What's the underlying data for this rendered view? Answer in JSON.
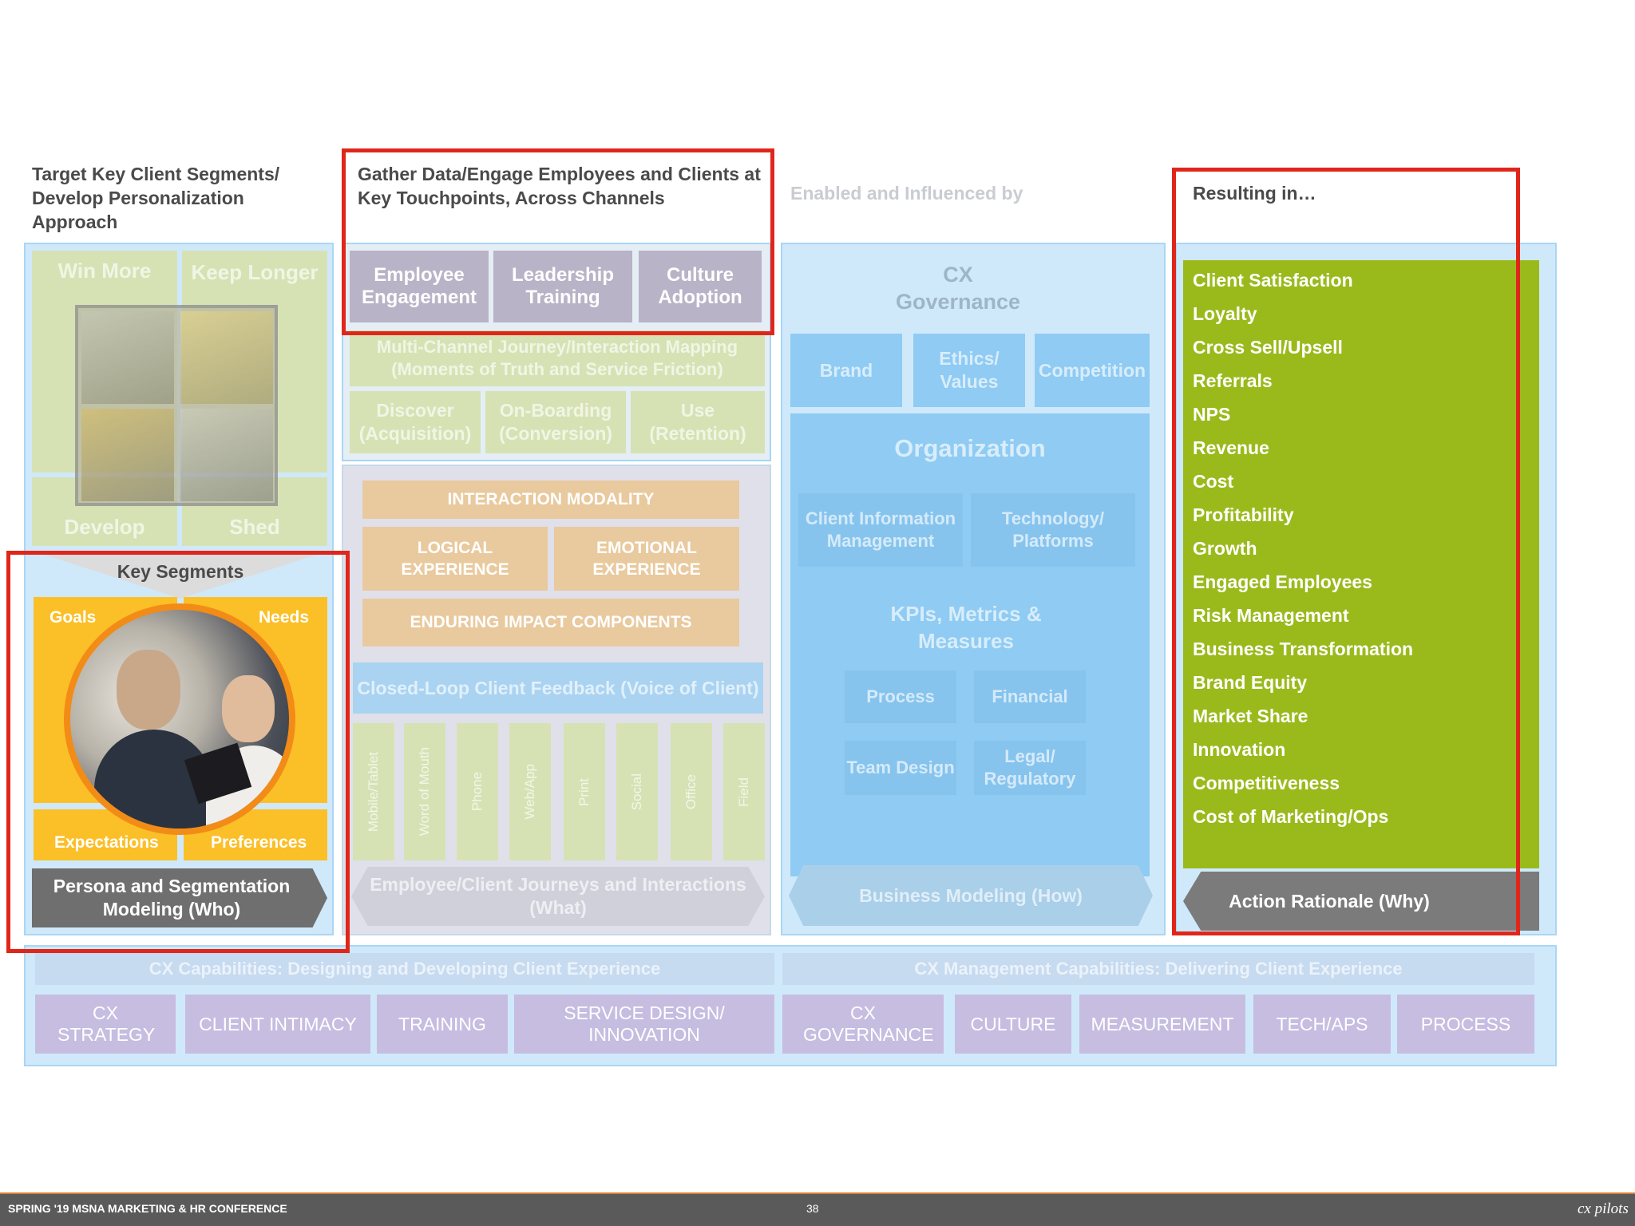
{
  "columns": {
    "col1_title": "Target Key Client Segments/ Develop Personalization Approach",
    "col2_title": "Gather Data/Engage Employees and Clients at Key Touchpoints, Across Channels",
    "col3_title": "Enabled and Influenced by",
    "col4_title": "Resulting in…"
  },
  "segments": {
    "win_more": "Win More",
    "keep_longer": "Keep Longer",
    "develop": "Develop",
    "shed": "Shed",
    "key_segments": "Key Segments",
    "goals": "Goals",
    "needs": "Needs",
    "expectations": "Expectations",
    "preferences": "Preferences",
    "persona_arrow": "Persona and Segmentation Modeling (Who)"
  },
  "engage": {
    "tiles": [
      "Employee Engagement",
      "Leadership Training",
      "Culture Adoption"
    ],
    "journey_mapping": "Multi-Channel Journey/Interaction Mapping (Moments of Truth and Service Friction)",
    "stages": [
      "Discover (Acquisition)",
      "On-Boarding (Conversion)",
      "Use (Retention)"
    ],
    "interaction_modality": "INTERACTION MODALITY",
    "logical_experience": "LOGICAL EXPERIENCE",
    "emotional_experience": "EMOTIONAL EXPERIENCE",
    "enduring_impact": "ENDURING IMPACT COMPONENTS",
    "closed_loop": "Closed-Loop Client Feedback (Voice of Client)",
    "channels": [
      "Mobile/Tablet",
      "Word of Mouth",
      "Phone",
      "Web/App",
      "Print",
      "Social",
      "Office",
      "Field"
    ],
    "journeys_arrow": "Employee/Client Journeys and Interactions (What)"
  },
  "enabled": {
    "cx_governance": "CX Governance",
    "gov_items": [
      "Brand",
      "Ethics/ Values",
      "Competition"
    ],
    "organization": "Organization",
    "org_items": [
      "Client Information Management",
      "Technology/ Platforms"
    ],
    "kpis": "KPIs, Metrics & Measures",
    "kpi_items": [
      "Process",
      "Financial",
      "Team Design",
      "Legal/ Regulatory"
    ],
    "business_arrow": "Business Modeling (How)"
  },
  "results": {
    "items": [
      "Client Satisfaction",
      "Loyalty",
      "Cross Sell/Upsell",
      "Referrals",
      "NPS",
      "Revenue",
      "Cost",
      "Profitability",
      "Growth",
      "Engaged Employees",
      "Risk Management",
      "Business Transformation",
      "Brand Equity",
      "Market Share",
      "Innovation",
      "Competitiveness",
      "Cost of Marketing/Ops"
    ],
    "action_arrow": "Action Rationale (Why)"
  },
  "capabilities": {
    "designing": "CX Capabilities: Designing and Developing Client Experience",
    "delivering": "CX Management Capabilities: Delivering Client Experience",
    "items": [
      "CX STRATEGY",
      "CLIENT INTIMACY",
      "TRAINING",
      "SERVICE DESIGN/ INNOVATION",
      "CX GOVERNANCE",
      "CULTURE",
      "MEASUREMENT",
      "TECH/APS",
      "PROCESS"
    ]
  },
  "footer": {
    "conference": "SPRING '19 MSNA MARKETING & HR CONFERENCE",
    "page": "38",
    "logo": "cx pilots"
  },
  "colors": {
    "red_highlight": "#e0261b",
    "results_green": "#9aba1c",
    "segment_yellow": "#fbbf28",
    "footer_bar": "#5a5a5a"
  }
}
